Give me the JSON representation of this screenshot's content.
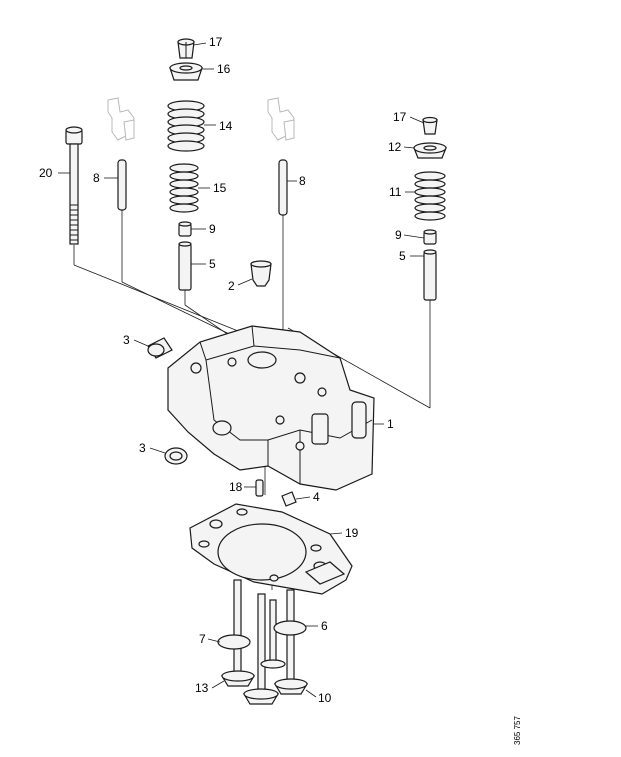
{
  "diagram": {
    "callouts": {
      "c17a": "17",
      "c16": "16",
      "c14": "14",
      "c15": "15",
      "c9a": "9",
      "c5a": "5",
      "c20": "20",
      "c8a": "8",
      "c8b": "8",
      "c2": "2",
      "c17b": "17",
      "c12": "12",
      "c11": "11",
      "c9b": "9",
      "c5b": "5",
      "c3a": "3",
      "c3b": "3",
      "c1": "1",
      "c18": "18",
      "c4": "4",
      "c19": "19",
      "c7": "7",
      "c6": "6",
      "c13": "13",
      "c10": "10"
    },
    "doc_ref": "365 757"
  }
}
